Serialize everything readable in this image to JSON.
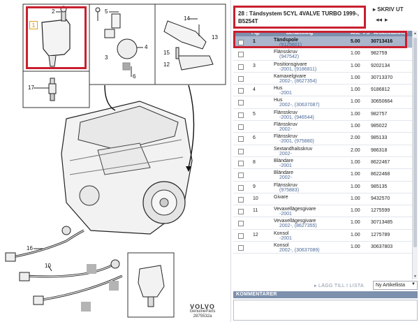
{
  "diagram": {
    "callouts": [
      "2",
      "5",
      "14",
      "13",
      "4",
      "3",
      "15",
      "12",
      "6",
      "17",
      "16",
      "10"
    ],
    "badge": "1",
    "brand": "VOLVO",
    "brand_sub": "GenuineParts",
    "drawing_code": "2875532a"
  },
  "header": {
    "title_line1": "28 : Tändsystem 5CYL 4VALVE TURBO 1999-,",
    "title_line2": "B5254T",
    "print_label": "SKRIV UT",
    "prev_icon": "◂◂",
    "next_icon": "▸"
  },
  "table": {
    "columns": {
      "fig": "Fig.",
      "name": "Benämning",
      "qty": "Ant.",
      "ps": "PS",
      "art": "Artikelnummer"
    },
    "rows": [
      {
        "fig": "1",
        "name": "Tändspole",
        "sub": "(9125601)",
        "qty": "5.00",
        "art": "30713416",
        "selected": true
      },
      {
        "fig": "",
        "name": "Flänsskruv",
        "sub": "(947542)",
        "qty": "1.00",
        "art": "982759"
      },
      {
        "fig": "3",
        "name": "Positionsgivare",
        "sub": "-2001, (9186811)",
        "qty": "1.00",
        "art": "9202134"
      },
      {
        "fig": "",
        "name": "Kamaxelgivare",
        "sub": "2002-, (8627354)",
        "qty": "1.00",
        "art": "30713370"
      },
      {
        "fig": "4",
        "name": "Hus",
        "sub": "-2001",
        "qty": "1.00",
        "art": "9186812"
      },
      {
        "fig": "",
        "name": "Hus",
        "sub": "2002-, (30637087)",
        "qty": "1.00",
        "art": "30650664"
      },
      {
        "fig": "5",
        "name": "Flänsskruv",
        "sub": "-2001, (946544)",
        "qty": "1.00",
        "art": "982757"
      },
      {
        "fig": "",
        "name": "Flänsskruv",
        "sub": "2002-",
        "qty": "1.00",
        "art": "985022"
      },
      {
        "fig": "6",
        "name": "Flänsskruv",
        "sub": "-2001, (975880)",
        "qty": "2.00",
        "art": "985133"
      },
      {
        "fig": "",
        "name": "Sextandhalsskruv",
        "sub": "2002-",
        "qty": "2.00",
        "art": "986318"
      },
      {
        "fig": "8",
        "name": "Bländare",
        "sub": "-2001",
        "qty": "1.00",
        "art": "8622467"
      },
      {
        "fig": "",
        "name": "Bländare",
        "sub": "2002-",
        "qty": "1.00",
        "art": "8622468"
      },
      {
        "fig": "9",
        "name": "Flänsskruv",
        "sub": "(975883)",
        "qty": "1.00",
        "art": "985135"
      },
      {
        "fig": "10",
        "name": "Givare",
        "sub": "",
        "qty": "1.00",
        "art": "9432570"
      },
      {
        "fig": "11",
        "name": "Vevaxellägesgivare",
        "sub": "-2001",
        "qty": "1.00",
        "art": "1275599"
      },
      {
        "fig": "",
        "name": "Vevaxellägesgivare",
        "sub": "2002-, (8627355)",
        "qty": "1.00",
        "art": "30713485"
      },
      {
        "fig": "12",
        "name": "Konsol",
        "sub": "-2001",
        "qty": "1.00",
        "art": "1275789"
      },
      {
        "fig": "",
        "name": "Konsol",
        "sub": "2002-, (30637089)",
        "qty": "1.00",
        "art": "30637803"
      }
    ]
  },
  "actions": {
    "add_to_list": "▸ LÄGG TILL I LISTA",
    "list_value": "Ny Artikellista"
  },
  "comments": {
    "header": "KOMMENTARER",
    "value": ""
  }
}
